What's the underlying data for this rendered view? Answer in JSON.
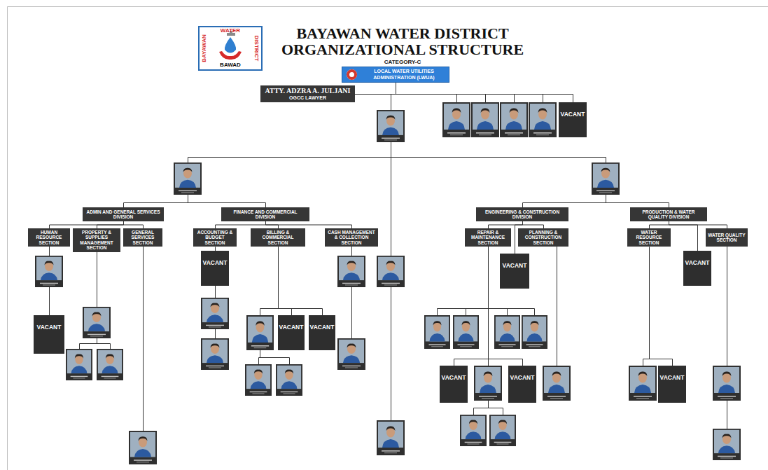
{
  "diagram": {
    "title": "BAYAWAN WATER DISTRICT ORGANIZATIONAL STRUCTURE",
    "nodes": [
      {
        "text": [
          "WATER",
          "BAYAWAN",
          "DISTRICT",
          "BAWAD"
        ]
      },
      {
        "text": [
          "LOCAL WATER UTILITIES ADMINISTRATION (LWUA)"
        ]
      },
      {
        "text": [
          "ATTY. ADZRA A. JULJANI",
          "OGCC LAWYER"
        ]
      },
      {
        "text": [
          "VACANT"
        ]
      },
      {
        "text": [
          "ADMIN AND GENERAL SERVICES DIVISION"
        ]
      },
      {
        "text": [
          "FINANCE AND COMMERCIAL DIVISION"
        ]
      },
      {
        "text": [
          "ENGINEERING & CONSTRUCTION DIVISION"
        ]
      },
      {
        "text": [
          "PRODUCTION & WATER QUALITY DIVISION"
        ]
      },
      {
        "text": [
          "HUMAN RESOURCE SECTION"
        ]
      },
      {
        "text": [
          "PROPERTY & SUPPLIES MANAGEMENT SECTION"
        ]
      },
      {
        "text": [
          "GENERAL SERVICES SECTION"
        ]
      },
      {
        "text": [
          "ACCOUNTING & BUDGET SECTION"
        ]
      },
      {
        "text": [
          "BILLING & COMMERCIAL SECTION"
        ]
      },
      {
        "text": [
          "CASH MANAGEMENT & COLLECTION SECTION"
        ]
      },
      {
        "text": [
          "REPAIR & MAINTENANCE SECTION"
        ]
      },
      {
        "text": [
          "PLANNING & CONSTRUCTION SECTION"
        ]
      },
      {
        "text": [
          "WATER RESOURCE SECTION"
        ]
      },
      {
        "text": [
          "WATER QUALITY SECTION"
        ]
      },
      {
        "text": [
          "VACANT"
        ]
      },
      {
        "text": [
          "VACANT"
        ]
      },
      {
        "text": [
          "VACANT"
        ]
      },
      {
        "text": [
          "VACANT"
        ]
      },
      {
        "text": [
          "VACANT"
        ]
      },
      {
        "text": [
          "VACANT"
        ]
      },
      {
        "text": [
          "VACANT"
        ]
      },
      {
        "text": [
          "VACANT"
        ]
      },
      {
        "text": [
          "VACANT"
        ]
      }
    ],
    "edges": [
      {
        "from": 4,
        "to": 8,
        "arrow": "none"
      },
      {
        "from": 4,
        "to": 9,
        "arrow": "none"
      },
      {
        "from": 4,
        "to": 10,
        "arrow": "none"
      },
      {
        "from": 5,
        "to": 11,
        "arrow": "none"
      },
      {
        "from": 5,
        "to": 12,
        "arrow": "none"
      },
      {
        "from": 5,
        "to": 13,
        "arrow": "none"
      },
      {
        "from": 6,
        "to": 14,
        "arrow": "none"
      },
      {
        "from": 6,
        "to": 15,
        "arrow": "none"
      },
      {
        "from": 7,
        "to": 16,
        "arrow": "none"
      },
      {
        "from": 7,
        "to": 17,
        "arrow": "none"
      },
      {
        "from": 11,
        "to": 19,
        "arrow": "none"
      },
      {
        "from": 12,
        "to": 20,
        "arrow": "none"
      },
      {
        "from": 12,
        "to": 21,
        "arrow": "none"
      },
      {
        "from": 6,
        "to": 22,
        "arrow": "none"
      },
      {
        "from": 14,
        "to": 23,
        "arrow": "none"
      },
      {
        "from": 14,
        "to": 24,
        "arrow": "none"
      },
      {
        "from": 7,
        "to": 25,
        "arrow": "none"
      },
      {
        "from": 16,
        "to": 26,
        "arrow": "none"
      }
    ],
    "labels": [
      "CATEGORY-C"
    ]
  }
}
